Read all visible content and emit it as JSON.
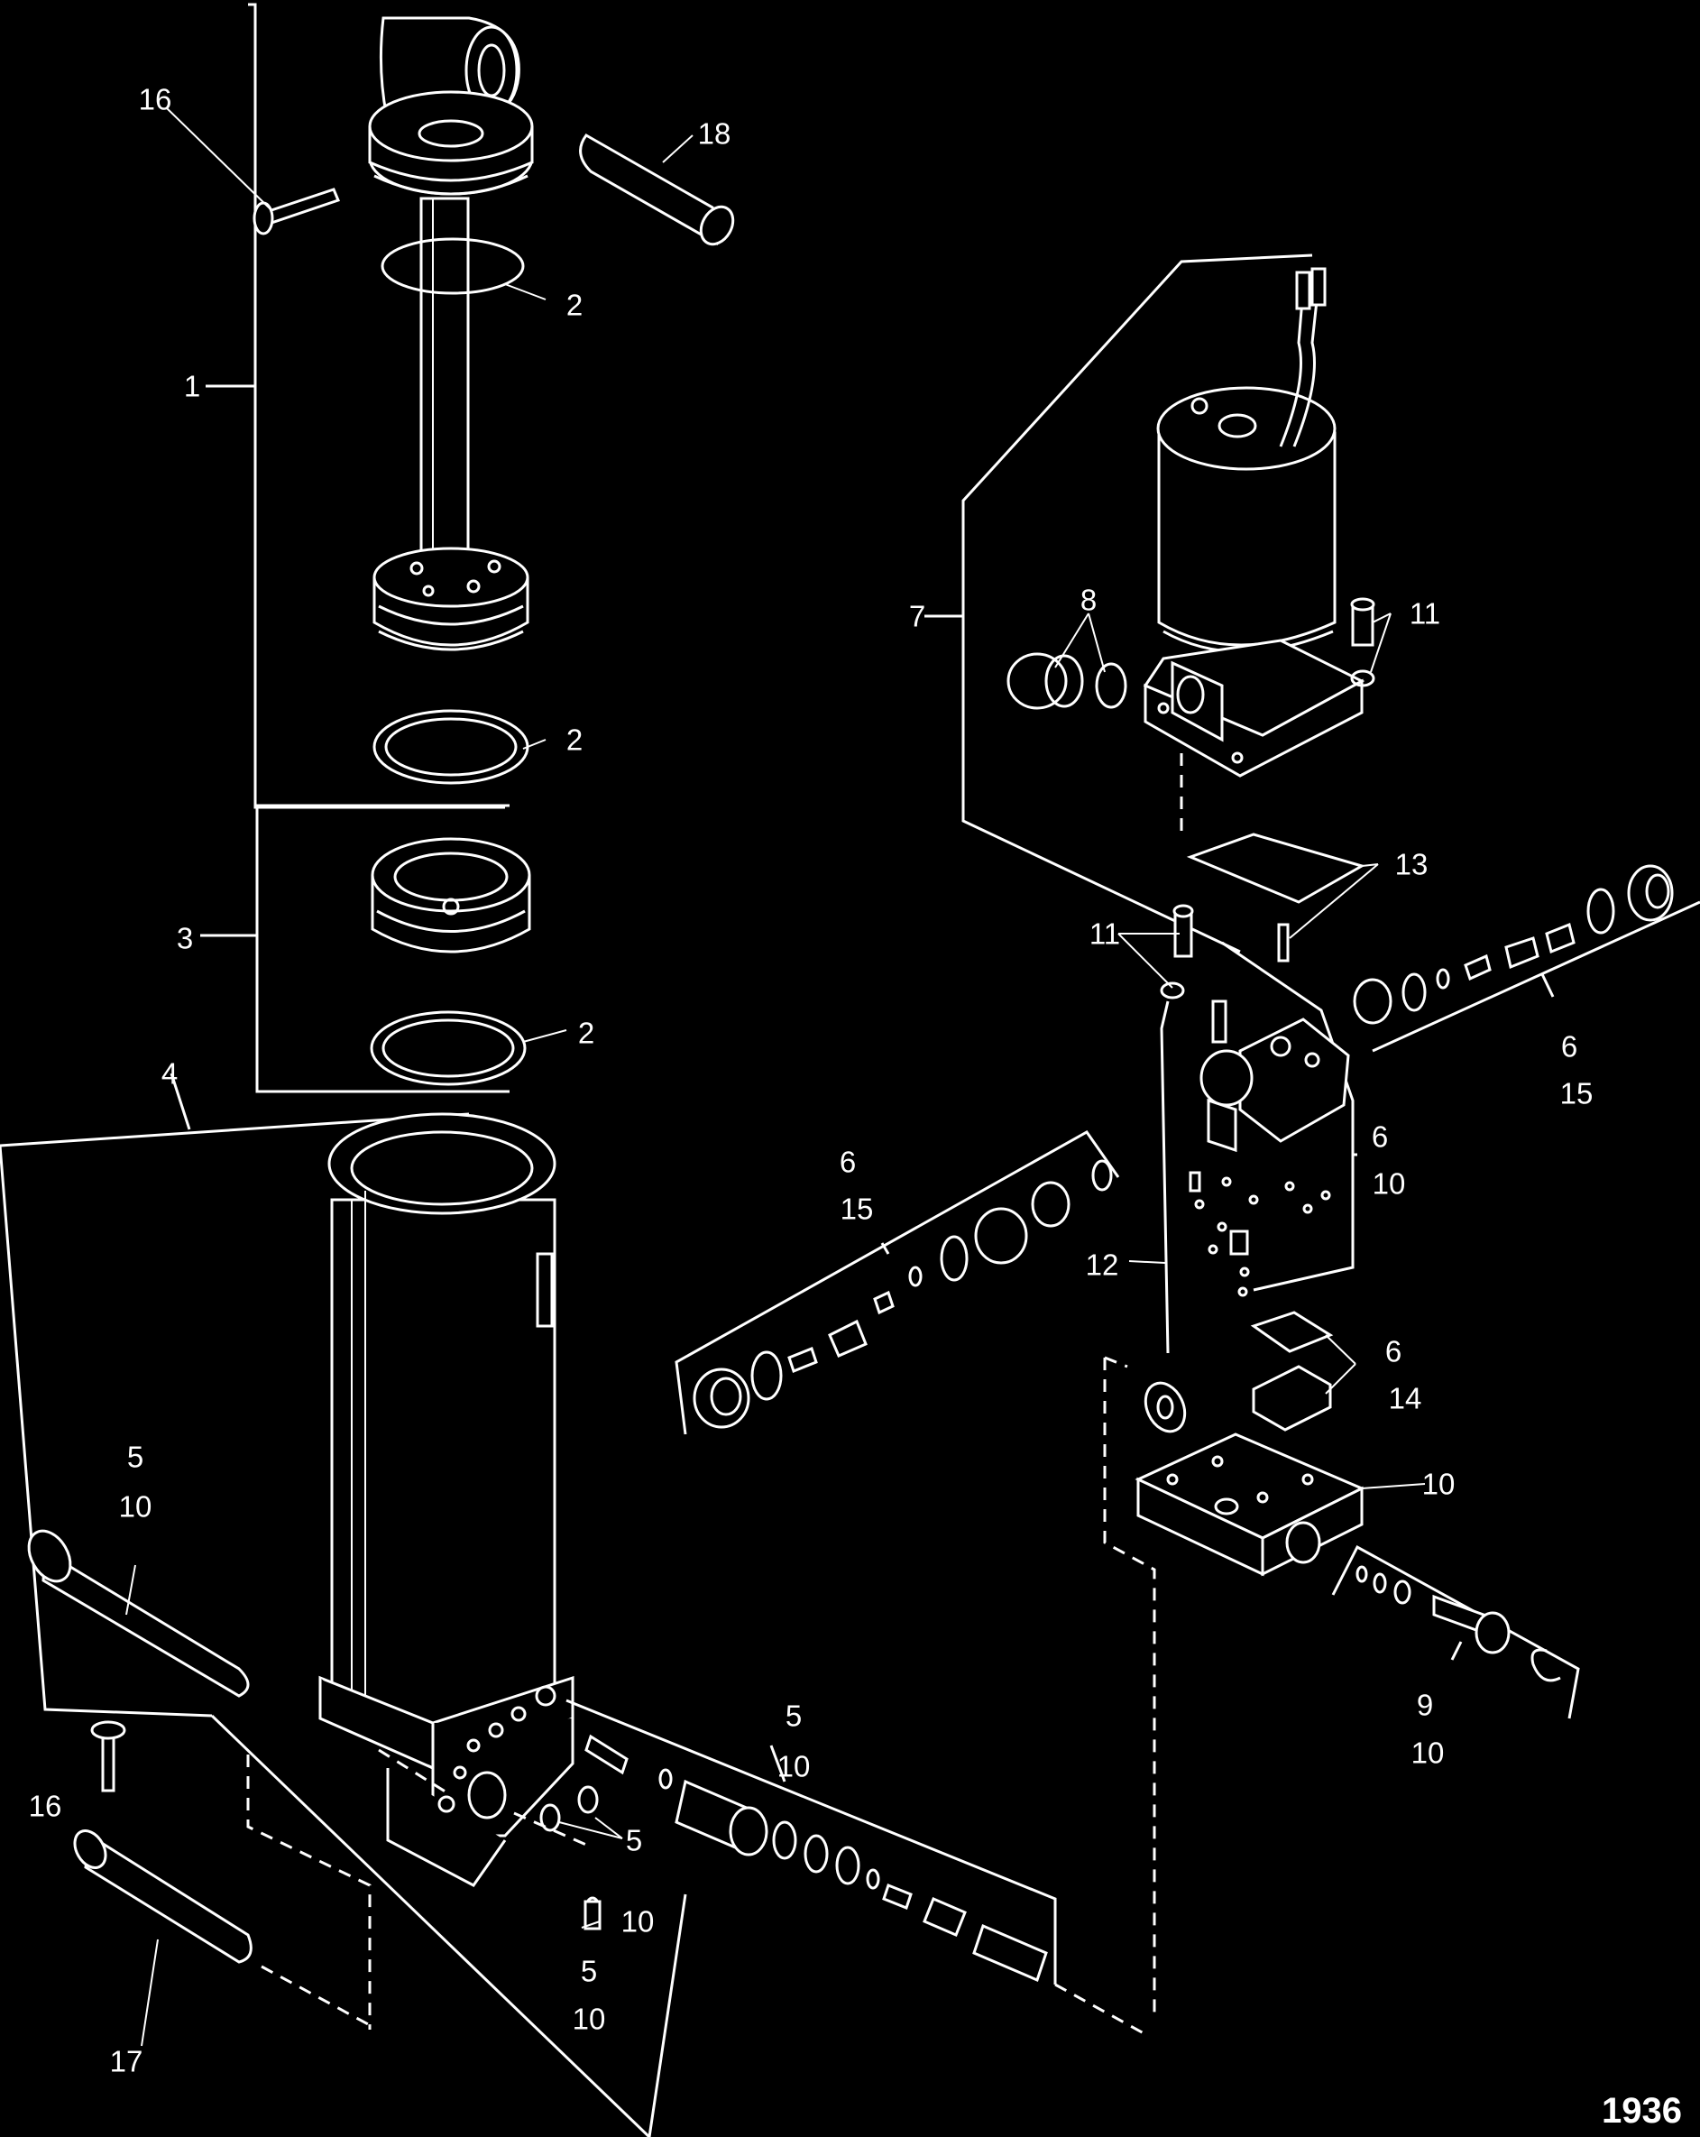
{
  "figure_number": "1936",
  "palette": {
    "background": "#000000",
    "ink": "#ffffff"
  },
  "callouts": [
    {
      "id": "c16a",
      "text": "16"
    },
    {
      "id": "c18",
      "text": "18"
    },
    {
      "id": "c2a",
      "text": "2"
    },
    {
      "id": "c1",
      "text": "1"
    },
    {
      "id": "c2b",
      "text": "2"
    },
    {
      "id": "c3",
      "text": "3"
    },
    {
      "id": "c2c",
      "text": "2"
    },
    {
      "id": "c4",
      "text": "4"
    },
    {
      "id": "c5a",
      "text": "5"
    },
    {
      "id": "c10a",
      "text": "10"
    },
    {
      "id": "c16b",
      "text": "16"
    },
    {
      "id": "c17",
      "text": "17"
    },
    {
      "id": "c5b",
      "text": "5"
    },
    {
      "id": "c10b",
      "text": "10"
    },
    {
      "id": "c5c",
      "text": "5"
    },
    {
      "id": "c10c",
      "text": "10"
    },
    {
      "id": "c5d",
      "text": "5"
    },
    {
      "id": "c10d",
      "text": "10"
    },
    {
      "id": "c7",
      "text": "7"
    },
    {
      "id": "c8",
      "text": "8"
    },
    {
      "id": "c11a",
      "text": "11"
    },
    {
      "id": "c13",
      "text": "13"
    },
    {
      "id": "c11b",
      "text": "11"
    },
    {
      "id": "c6a",
      "text": "6"
    },
    {
      "id": "c15a",
      "text": "15"
    },
    {
      "id": "c6b",
      "text": "6"
    },
    {
      "id": "c10e",
      "text": "10"
    },
    {
      "id": "c6c",
      "text": "6"
    },
    {
      "id": "c15b",
      "text": "15"
    },
    {
      "id": "c12",
      "text": "12"
    },
    {
      "id": "c6d",
      "text": "6"
    },
    {
      "id": "c14",
      "text": "14"
    },
    {
      "id": "c10f",
      "text": "10"
    },
    {
      "id": "c9",
      "text": "9"
    },
    {
      "id": "c10g",
      "text": "10"
    }
  ]
}
